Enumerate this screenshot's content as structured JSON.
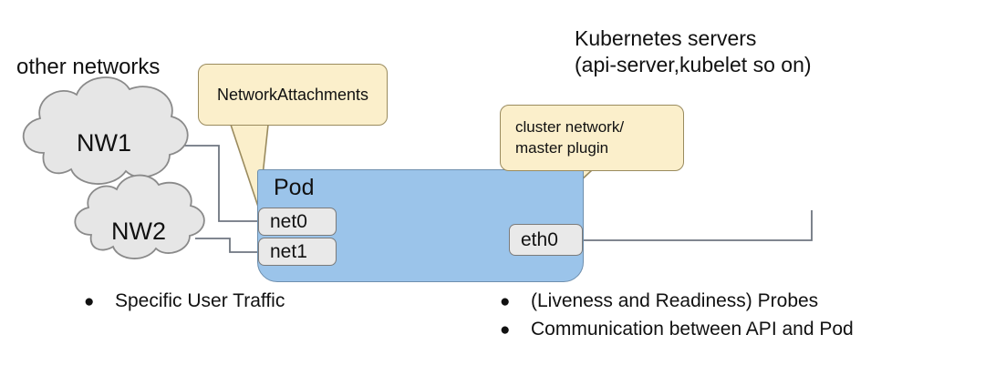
{
  "diagram": {
    "title_labels": {
      "other_networks": "other networks",
      "k8s_servers_line1": "Kubernetes servers",
      "k8s_servers_line2": "(api-server,kubelet so on)"
    },
    "clouds": [
      {
        "name": "NW1"
      },
      {
        "name": "NW2"
      }
    ],
    "pod": {
      "label": "Pod",
      "interfaces": [
        {
          "name": "net0"
        },
        {
          "name": "net1"
        },
        {
          "name": "eth0"
        }
      ]
    },
    "callouts": [
      {
        "id": "network-attachments",
        "text": "NetworkAttachments"
      },
      {
        "id": "cluster-network",
        "line1": "cluster network/",
        "line2": "master plugin"
      }
    ],
    "bullets_left": [
      "Specific User Traffic"
    ],
    "bullets_right": [
      "(Liveness and Readiness) Probes",
      "Communication between API and Pod"
    ],
    "bullet_glyph": "●",
    "colors": {
      "pod_fill": "#9bc4ea",
      "pod_stroke": "#6e8fae",
      "callout_fill": "#fbefcb",
      "callout_stroke": "#9a8b5e",
      "cloud_fill": "#e6e6e6",
      "cloud_stroke": "#8a8a8a",
      "iface_fill": "#e9e9e9",
      "iface_stroke": "#7b7b7b",
      "wire": "#6f7680",
      "text": "#111111"
    }
  }
}
